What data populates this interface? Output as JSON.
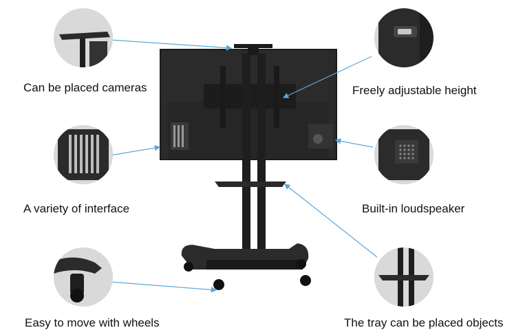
{
  "features": [
    {
      "id": "cameras",
      "label": "Can be placed cameras"
    },
    {
      "id": "height",
      "label": "Freely adjustable height"
    },
    {
      "id": "interface",
      "label": "A variety of interface"
    },
    {
      "id": "speaker",
      "label": "Built-in loudspeaker"
    },
    {
      "id": "wheels",
      "label": "Easy to move with wheels"
    },
    {
      "id": "tray",
      "label": "The tray can be placed objects"
    }
  ],
  "colors": {
    "pointer": "#5aa6d8",
    "bubble_bg": "#d9d9d9",
    "device": "#1e1e1e",
    "screen": "#2b2b2b"
  }
}
